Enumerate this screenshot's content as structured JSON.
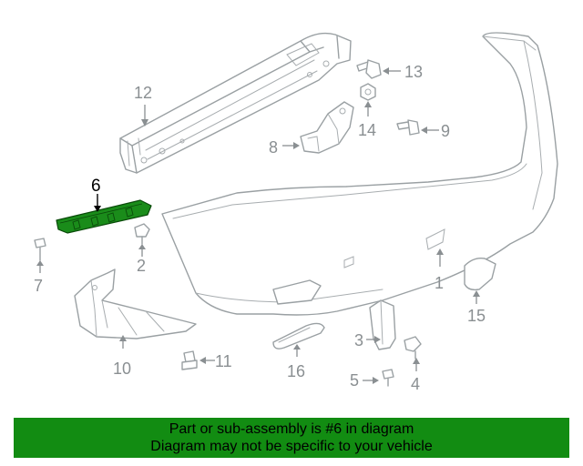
{
  "diagram": {
    "highlight_color": "#1a8c1a",
    "part_color": "#9aa0a3",
    "highlighted_part": "6",
    "callouts": {
      "c1": "1",
      "c2": "2",
      "c3": "3",
      "c4": "4",
      "c5": "5",
      "c6": "6",
      "c7": "7",
      "c8": "8",
      "c9": "9",
      "c10": "10",
      "c11": "11",
      "c12": "12",
      "c13": "13",
      "c14": "14",
      "c15": "15",
      "c16": "16"
    }
  },
  "banner": {
    "background": "#128c12",
    "line1": "Part or sub-assembly is #6 in diagram",
    "line2": "Diagram may not be specific to your vehicle"
  }
}
